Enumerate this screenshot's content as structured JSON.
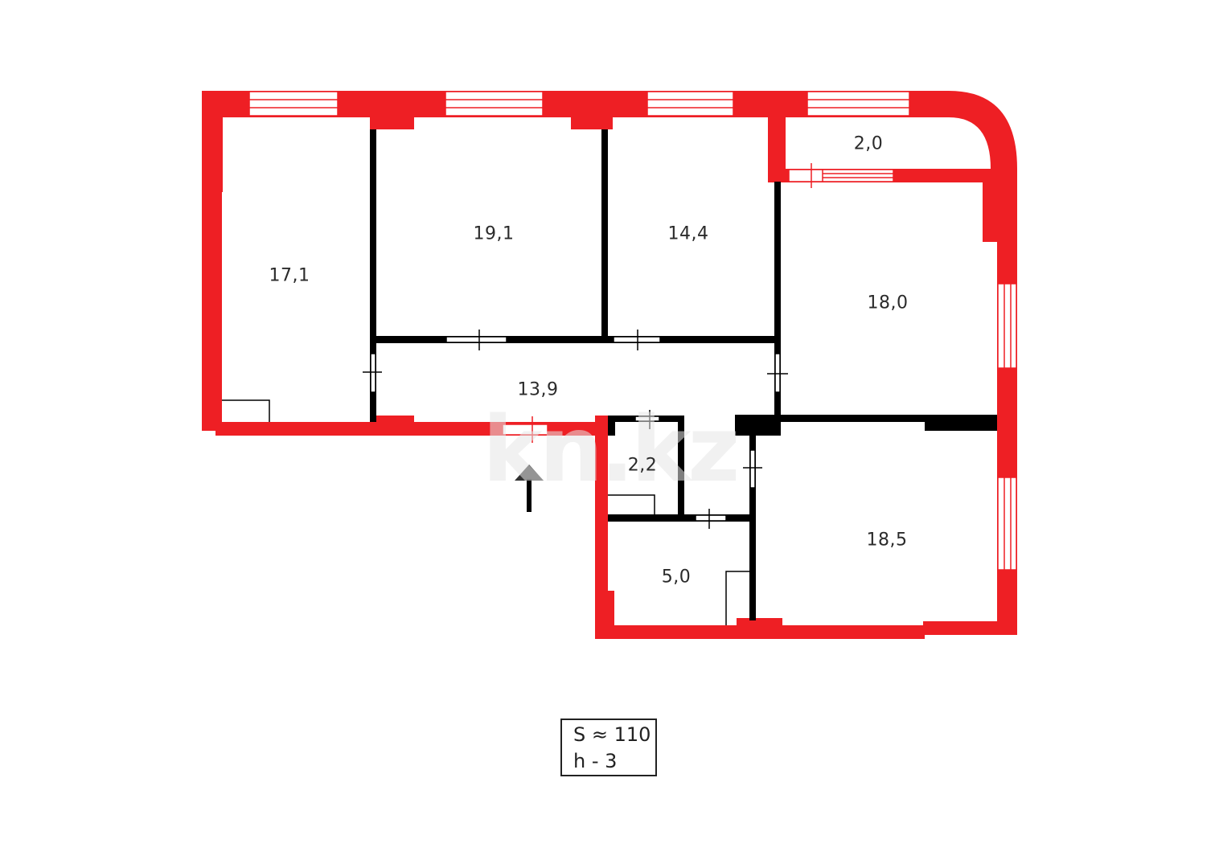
{
  "plan": {
    "colors": {
      "exterior_wall": "#ee1f24",
      "interior_wall": "#000000",
      "text": "#2b2b2b",
      "background": "#ffffff"
    },
    "rooms": [
      {
        "id": "room-left",
        "area": "17,1"
      },
      {
        "id": "room-top-2",
        "area": "19,1"
      },
      {
        "id": "room-top-3",
        "area": "14,4"
      },
      {
        "id": "balcony",
        "area": "2,0"
      },
      {
        "id": "room-right-upper",
        "area": "18,0"
      },
      {
        "id": "corridor",
        "area": "13,9"
      },
      {
        "id": "bathroom-small",
        "area": "2,2"
      },
      {
        "id": "bathroom",
        "area": "5,0"
      },
      {
        "id": "room-right-lower",
        "area": "18,5"
      }
    ],
    "entrance_icon": "arrow-up-icon",
    "watermark": "kn.kz"
  },
  "legend": {
    "total_area": "S ≈ 110",
    "ceiling_height": "h - 3"
  }
}
